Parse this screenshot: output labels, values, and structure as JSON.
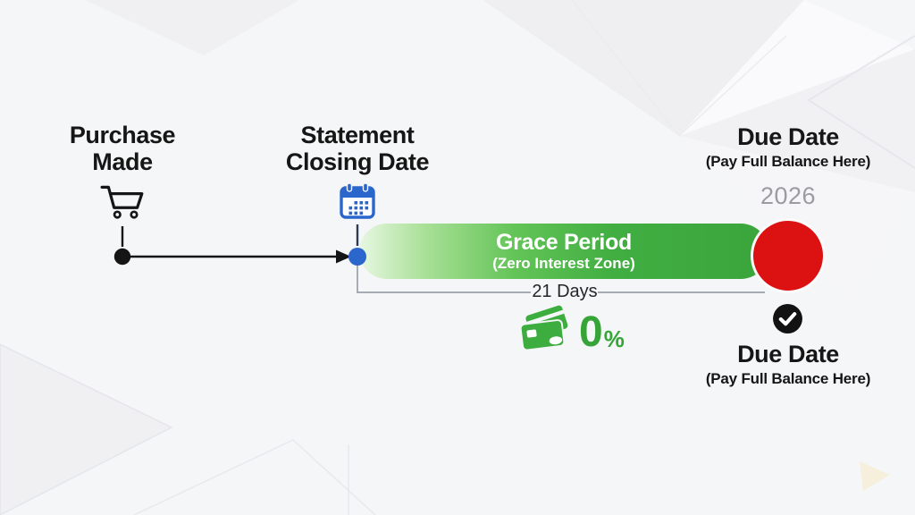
{
  "palette": {
    "background": "#f5f6f7",
    "green": "#3cad3e",
    "green_light": "#e7f7e2",
    "red": "#dc1111",
    "blue": "#2b66cc",
    "black": "#151515",
    "gray_year": "#9b9ba0",
    "bracket_gray": "#9aa0a8"
  },
  "events": {
    "purchase": {
      "line1": "Purchase",
      "line2": "Made"
    },
    "statement": {
      "line1": "Statement",
      "line2": "Closing Date"
    },
    "due_top": {
      "title": "Due Date",
      "subtitle": "(Pay Full Balance Here)"
    },
    "due_bottom": {
      "title": "Due Date",
      "subtitle": "(Pay Full Balance Here)"
    }
  },
  "year": "2026",
  "grace_period": {
    "title": "Grace Period",
    "subtitle": "(Zero Interest Zone)",
    "duration": "21 Days",
    "interest_value": "0",
    "interest_unit": "%"
  },
  "icons": {
    "purchase": "shopping-cart-icon",
    "statement": "calendar-icon",
    "interest": "credit-cards-icon",
    "payment_confirmed": "checkmark-icon",
    "due_marker": "red-circle-marker"
  }
}
